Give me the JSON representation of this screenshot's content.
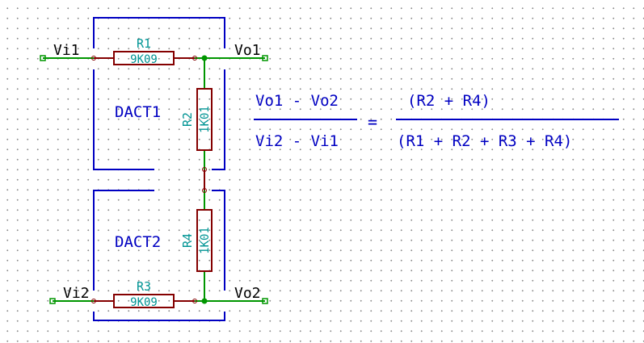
{
  "colors": {
    "wire": "#009600",
    "resistor": "#840000",
    "component_text": "#009494",
    "net_label": "#000000",
    "box": "#0000c2",
    "formula": "#0000c2",
    "pin": "#840000",
    "grid_dot": "#8c8c8c"
  },
  "blocks": {
    "top": {
      "label": "DACT1"
    },
    "bottom": {
      "label": "DACT2"
    }
  },
  "nets": {
    "vi1": "Vi1",
    "vo1": "Vo1",
    "vi2": "Vi2",
    "vo2": "Vo2"
  },
  "resistors": {
    "r1": {
      "ref": "R1",
      "value": "9K09"
    },
    "r2": {
      "ref": "R2",
      "value": "1K01"
    },
    "r3": {
      "ref": "R3",
      "value": "9K09"
    },
    "r4": {
      "ref": "R4",
      "value": "1K01"
    }
  },
  "formula": {
    "left_numerator": "Vo1 - Vo2",
    "left_denominator": "Vi2 - Vi1",
    "equals": "=",
    "right_numerator": "(R2 + R4)",
    "right_denominator": "(R1 + R2 + R3 + R4)"
  }
}
